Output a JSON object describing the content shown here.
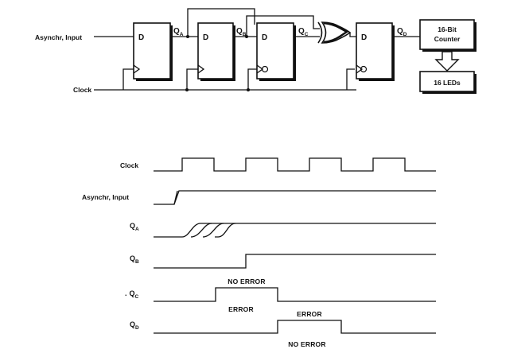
{
  "circuit": {
    "input_label": "Asynchr, Input",
    "clock_label": "Clock",
    "flipflops": [
      {
        "d": "D",
        "q": "Q",
        "q_sub": "A"
      },
      {
        "d": "D",
        "q": "Q",
        "q_sub": "B"
      },
      {
        "d": "D",
        "q": "Q",
        "q_sub": "C"
      },
      {
        "d": "D",
        "q": "Q",
        "q_sub": "D"
      }
    ],
    "counter_line1": "16-Bit",
    "counter_line2": "Counter",
    "leds": "16 LEDs"
  },
  "timing": {
    "clock": "Clock",
    "input": "Asynchr, Input",
    "qa": {
      "main": "Q",
      "sub": "A"
    },
    "qb": {
      "main": "Q",
      "sub": "B"
    },
    "qc": {
      "main": "Q",
      "sub": "C",
      "prefix": "."
    },
    "qd": {
      "main": "Q",
      "sub": "D"
    },
    "qc_high": "NO ERROR",
    "qc_low": "ERROR",
    "qd_high": "ERROR",
    "qd_low": "NO ERROR"
  }
}
